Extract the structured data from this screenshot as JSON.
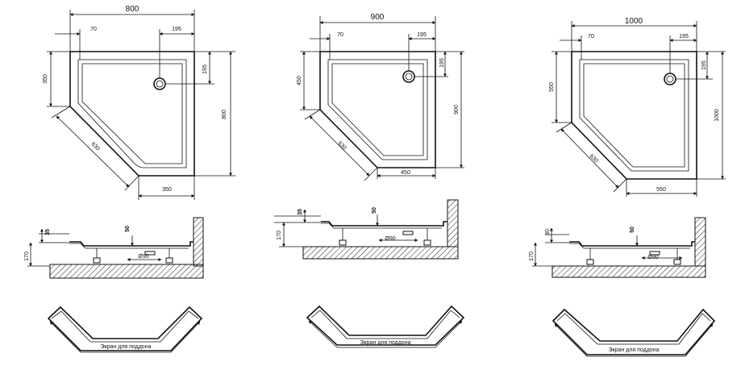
{
  "variants": [
    {
      "id": "800",
      "width": "800",
      "height": "800",
      "offset": "70",
      "drain_x": "195",
      "drain_y": "195",
      "side_left": "350",
      "side_bottom": "350",
      "diagonal": "630",
      "rim": "35",
      "depth": "50",
      "total_height": "170",
      "drain_diameter": "Ø90",
      "screen_label": "Экран для поддона"
    },
    {
      "id": "900",
      "width": "900",
      "height": "900",
      "offset": "70",
      "drain_x": "195",
      "drain_y": "195",
      "side_left": "450",
      "side_bottom": "450",
      "diagonal": "630",
      "rim": "35",
      "depth": "50",
      "total_height": "170",
      "drain_diameter": "Ø90",
      "screen_label": "Экран для поддона"
    },
    {
      "id": "1000",
      "width": "1000",
      "height": "1000",
      "offset": "70",
      "drain_x": "195",
      "drain_y": "195",
      "side_left": "550",
      "side_bottom": "550",
      "diagonal": "630",
      "rim": "30",
      "depth": "50",
      "total_height": "170",
      "drain_diameter": "Ø90",
      "screen_label": "Экран для поддона"
    }
  ]
}
